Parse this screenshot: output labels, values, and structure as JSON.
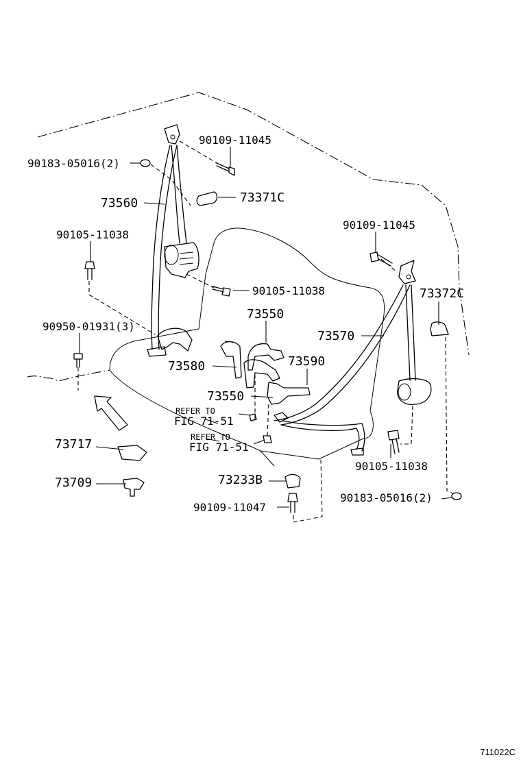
{
  "callouts": {
    "c90109_11045_left": "90109-11045",
    "c90183_05016_left": "90183-05016(2)",
    "c73560": "73560",
    "c73371c": "73371C",
    "c90105_11038_left": "90105-11038",
    "c90109_11045_right": "90109-11045",
    "c90105_11038_mid": "90105-11038",
    "c73372c": "73372C",
    "c73550_top": "73550",
    "c90950_01931": "90950-01931(3)",
    "c73570": "73570",
    "c73580": "73580",
    "c73590": "73590",
    "c73550_bottom": "73550",
    "refer_a_line1": "REFER TO",
    "refer_a_line2": "FIG 71-51",
    "refer_b_line1": "REFER TO",
    "refer_b_line2": "FIG 71-51",
    "c73717": "73717",
    "c90105_11038_right": "90105-11038",
    "c73709": "73709",
    "c73233b": "73233B",
    "c90183_05016_right": "90183-05016(2)",
    "c90109_11047": "90109-11047"
  },
  "figure_code": "711022C"
}
